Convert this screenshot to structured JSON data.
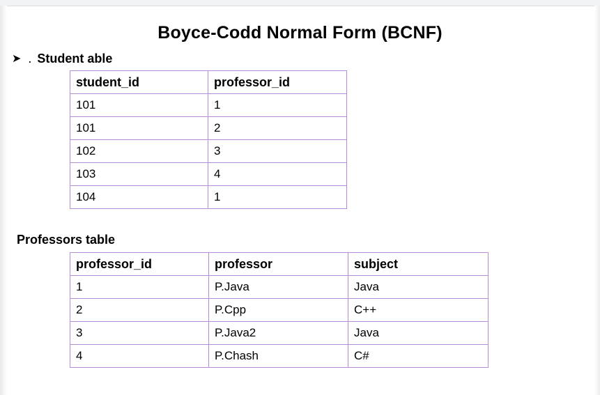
{
  "title": "Boyce-Codd Normal Form (BCNF)",
  "section1": {
    "bullet_icon": "arrow-bullet-icon",
    "dot": ".",
    "label": "Student able"
  },
  "student_table": {
    "headers": [
      "student_id",
      "professor_id"
    ],
    "rows": [
      [
        "101",
        "1"
      ],
      [
        "101",
        "2"
      ],
      [
        "102",
        "3"
      ],
      [
        "103",
        "4"
      ],
      [
        "104",
        "1"
      ]
    ]
  },
  "section2": {
    "label": "Professors table"
  },
  "professors_table": {
    "headers": [
      "professor_id",
      "professor",
      "subject"
    ],
    "rows": [
      [
        "1",
        "P.Java",
        "Java"
      ],
      [
        "2",
        "P.Cpp",
        "C++"
      ],
      [
        "3",
        "P.Java2",
        "Java"
      ],
      [
        "4",
        "P.Chash",
        "C#"
      ]
    ]
  }
}
